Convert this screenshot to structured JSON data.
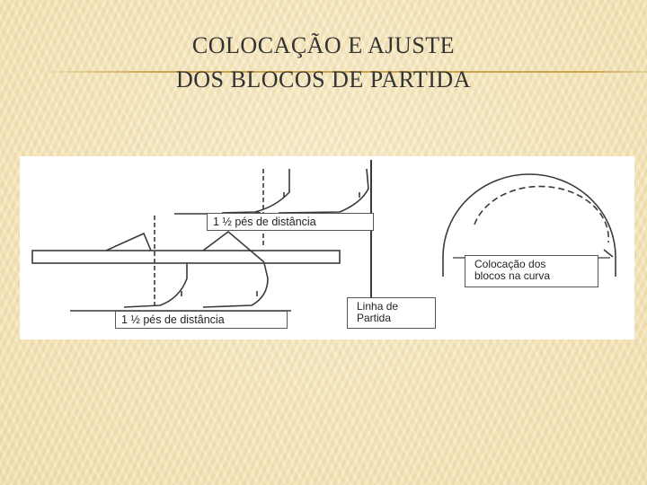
{
  "slide": {
    "title_line1": "COLOCAÇÃO E AJUSTE",
    "title_line2": "DOS BLOCOS DE PARTIDA"
  },
  "diagram": {
    "label_top_distance": "1 ½ pés de distância",
    "label_bottom_distance": "1 ½ pés de distância",
    "label_start_line_1": "Linha de",
    "label_start_line_2": "Partida",
    "label_curve_1": "Colocação dos",
    "label_curve_2": "blocos na curva"
  }
}
